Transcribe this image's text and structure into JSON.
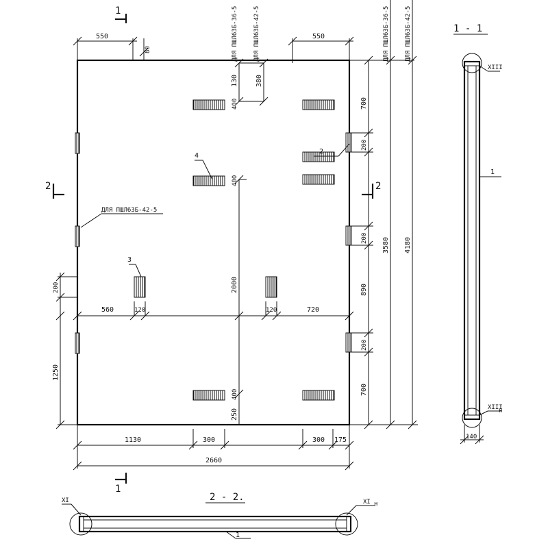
{
  "labels": {
    "for_pshl_36": "ДЛЯ ПШЛ63Б-36-5",
    "for_pshl_42": "ДЛЯ ПШЛ63Б-42-5",
    "for_pshl_36_right": "ДЛЯ ПШЛ63Б-36-5",
    "for_pshl_42_right": "ДЛЯ ПШЛ63Б-42-5",
    "for_pshl_42_left": "ДЛЯ ПШЛ63Б-42-5"
  },
  "sections": {
    "s1_top_num": "1",
    "s1_bottom_num": "1",
    "s2_left_num": "2",
    "s2_right_num": "2",
    "title_1_1": "1 - 1",
    "title_2_2": "2 - 2."
  },
  "callouts": {
    "c1_right": "1",
    "c1_bottom": "1",
    "c2": "2",
    "c3": "3",
    "c4": "4",
    "node_xiii": "XIII",
    "node_xiii_h": "XIII",
    "node_xiii_h_sub": "н",
    "node_xi": "XI",
    "node_xi_h": "XI",
    "node_xi_h_sub": "н"
  },
  "dims": {
    "top_550_left": "550",
    "top_550_right": "550",
    "top_80": "80",
    "v_130": "130",
    "v_380": "380",
    "v_400_a": "400",
    "v_400_b": "400",
    "v_400_c": "400",
    "v_2000": "2000",
    "v_250": "250",
    "r_700_top": "700",
    "r_200_a": "200",
    "r_200_b": "200",
    "r_890": "890",
    "r_200_c": "200",
    "r_700_bot": "700",
    "r_3580": "3580",
    "r_4180": "4180",
    "l_200": "200",
    "l_1250": "1250",
    "h_560": "560",
    "h_120_a": "120",
    "h_120_b": "120",
    "h_720": "720",
    "b_1130": "1130",
    "b_300_a": "300",
    "b_300_b": "300",
    "b_175": "175",
    "b_2660": "2660",
    "sec_140": "140"
  }
}
